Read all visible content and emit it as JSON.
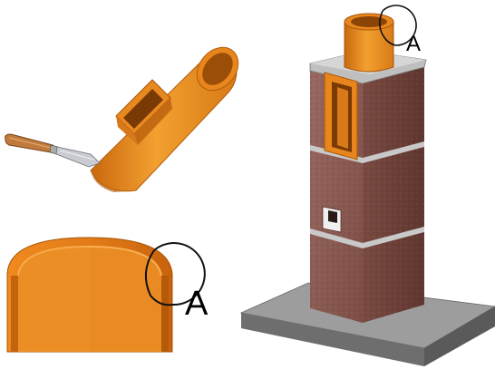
{
  "callouts": [
    {
      "id": "detail",
      "label": "A"
    },
    {
      "id": "chimney-top",
      "label": "A"
    }
  ],
  "colors": {
    "orange": "#e8861d",
    "orange_light": "#f6a53a",
    "orange_dark": "#b85e10",
    "brick": "#8c5a52",
    "brick_dark": "#6e4038",
    "concrete": "#8a8a8a",
    "concrete_dark": "#5f5f5f",
    "mortar": "#c8c8c8"
  },
  "icons": [
    "trowel-icon"
  ]
}
